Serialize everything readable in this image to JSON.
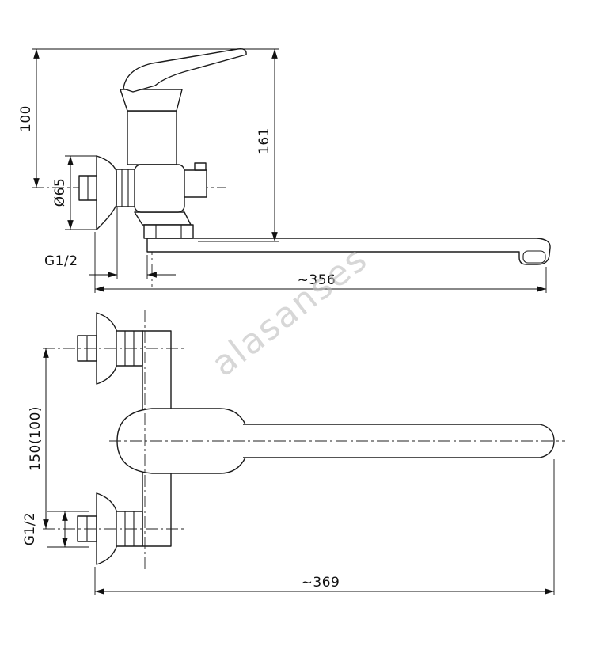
{
  "watermark": {
    "text": "alasanses"
  },
  "side_view": {
    "dims": {
      "height": "100",
      "flange_diameter": "Ø65",
      "total_height": "161",
      "thread": "G1/2",
      "spout_reach": "~356"
    }
  },
  "plan_view": {
    "dims": {
      "inlet_spacing": "150(100)",
      "thread": "G1/2",
      "overall_length": "~369"
    }
  }
}
